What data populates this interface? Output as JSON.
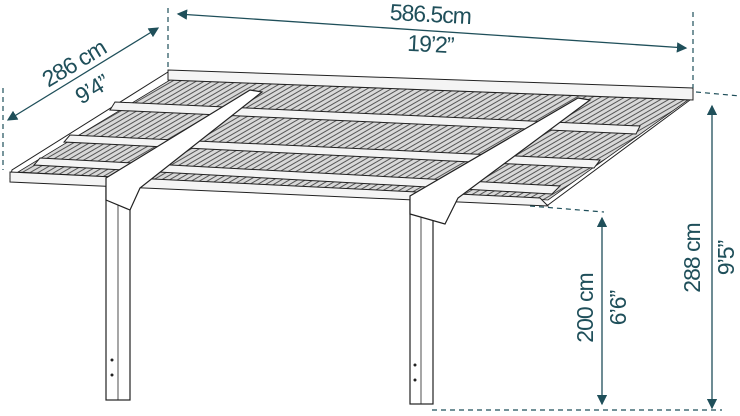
{
  "colors": {
    "dimension": "#1f4f5a",
    "outline": "#222222",
    "panel": "#8a8a8a"
  },
  "dimensions": {
    "length_cm": "586.5cm",
    "length_ft": "19’2”",
    "width_cm": "286 cm",
    "width_ft": "9’4”",
    "total_height_cm": "288 cm",
    "total_height_ft": "9’5”",
    "clearance_cm": "200 cm",
    "clearance_ft": "6’6”"
  }
}
